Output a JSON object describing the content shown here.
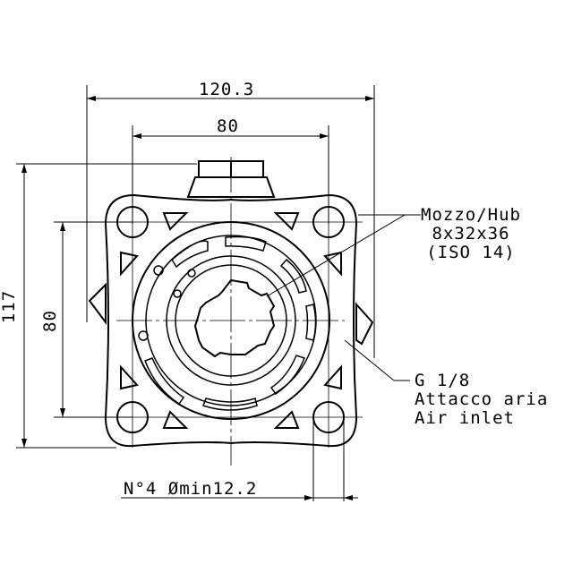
{
  "dimensions": {
    "overall_width": "120.3",
    "hole_spacing_horizontal": "80",
    "overall_height": "117",
    "hole_spacing_vertical": "80",
    "holes_note": "N°4 Ømin12.2"
  },
  "callouts": {
    "hub": [
      "Mozzo/Hub",
      "8x32x36",
      "(ISO 14)"
    ],
    "air": [
      "G 1/8",
      "Attacco aria",
      "Air inlet"
    ]
  },
  "colors": {
    "line": "#000000",
    "background": "#ffffff"
  }
}
